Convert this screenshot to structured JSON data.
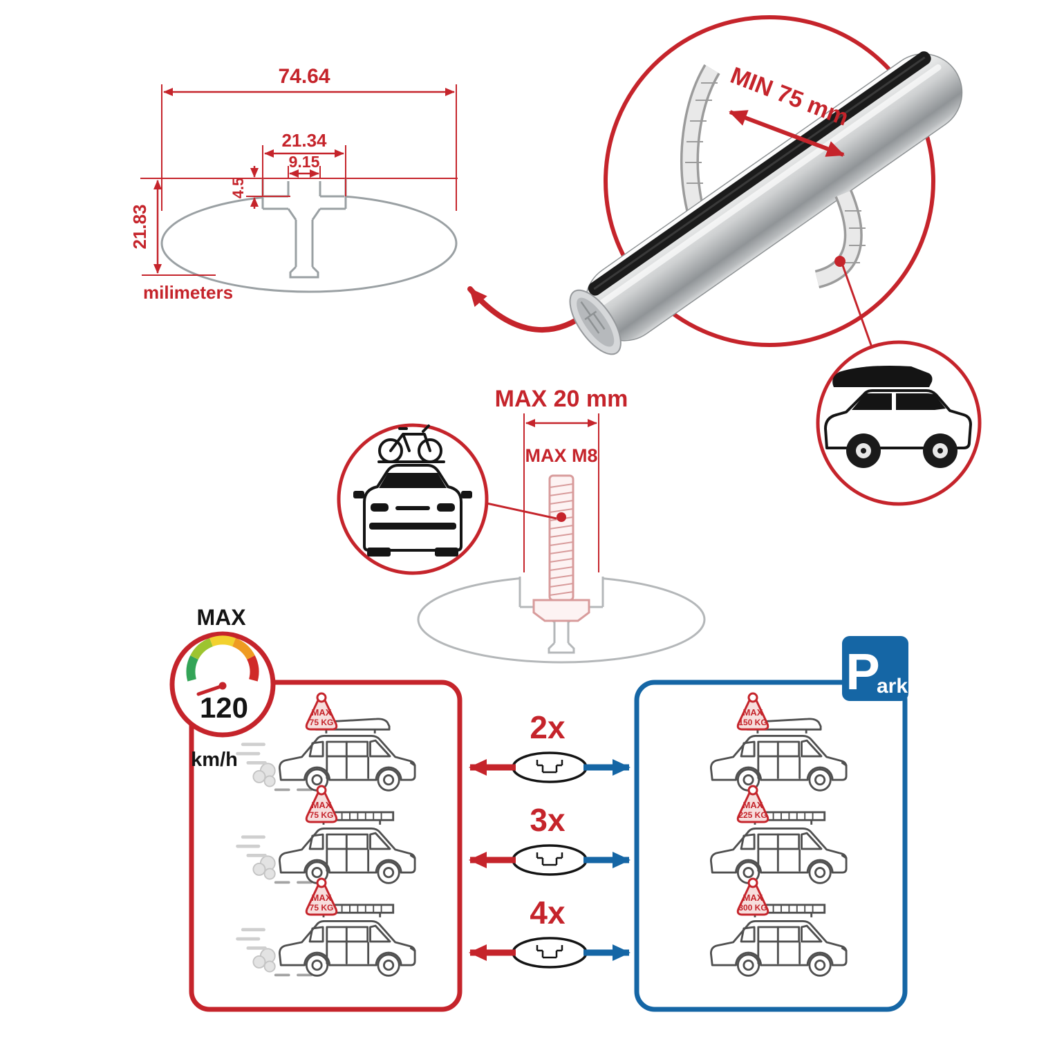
{
  "colors": {
    "red": "#c5242b",
    "blue": "#1566a5",
    "gray": "#9aa0a3",
    "black": "#1a1a1a",
    "pink": "#d89b9b"
  },
  "cross_section": {
    "overall_width": "74.64",
    "channel_width": "21.34",
    "slot_width": "9.15",
    "lip_depth": "4.5",
    "overall_height": "21.83",
    "units_label": "milimeters"
  },
  "bar_detail": {
    "min_span_label": "MIN 75 mm"
  },
  "bolt_detail": {
    "max_width_label": "MAX 20 mm",
    "max_thread_label": "MAX M8"
  },
  "speed_limit": {
    "title": "MAX",
    "value": "120",
    "units": "km/h"
  },
  "parking_sign": {
    "letter": "P",
    "suffix": "ark"
  },
  "load_ratings": {
    "tag_label": "MAX",
    "rows": [
      {
        "quantity": "2x",
        "driving_weight": "75 KG",
        "parked_weight": "150 KG"
      },
      {
        "quantity": "3x",
        "driving_weight": "75 KG",
        "parked_weight": "225 KG"
      },
      {
        "quantity": "4x",
        "driving_weight": "75 KG",
        "parked_weight": "300 KG"
      }
    ]
  }
}
